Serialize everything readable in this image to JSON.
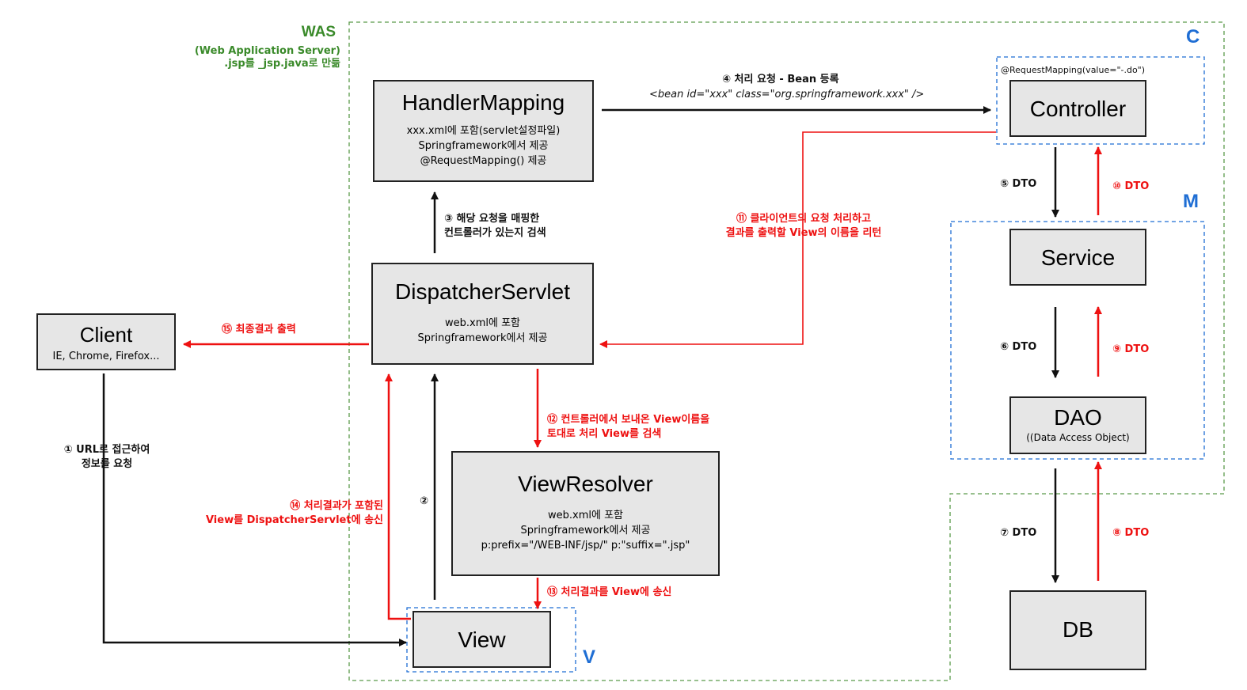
{
  "was": {
    "title": "WAS",
    "subtitle": "(Web Application Server)\n.jsp를 _jsp.java로 만듦"
  },
  "layers": {
    "c": "C",
    "m": "M",
    "v": "V"
  },
  "boxes": {
    "handler_mapping": {
      "title": "HandlerMapping",
      "sub": "xxx.xml에 포함(servlet설정파일)\nSpringframework에서 제공\n@RequestMapping() 제공"
    },
    "dispatcher": {
      "title": "DispatcherServlet",
      "sub": "web.xml에 포함\nSpringframework에서 제공"
    },
    "view_resolver": {
      "title": "ViewResolver",
      "sub": "web.xml에 포함\nSpringframework에서 제공\np:prefix=\"/WEB-INF/jsp/\"  p:\"suffix=\".jsp\""
    },
    "view": {
      "title": "View"
    },
    "client": {
      "title": "Client",
      "sub": "IE, Chrome, Firefox..."
    },
    "controller": {
      "title": "Controller"
    },
    "service": {
      "title": "Service"
    },
    "dao": {
      "title": "DAO",
      "sub": "((Data Access Object)"
    },
    "db": {
      "title": "DB"
    }
  },
  "controller_annotation": "@RequestMapping(value=\"-.do\")",
  "labels": {
    "step1": "① URL로 접근하여\n정보를 요청",
    "step2": "②",
    "step3": "③ 해당 요청을 매핑한\n컨트롤러가 있는지 검색",
    "step4": "④ 처리 요청 - Bean 등록",
    "step4_bean": "<bean id=\"xxx\" class=\"org.springframework.xxx\" />",
    "step5": "⑤ DTO",
    "step6": "⑥ DTO",
    "step7": "⑦ DTO",
    "step8": "⑧ DTO",
    "step9": "⑨ DTO",
    "step10": "⑩ DTO",
    "step11": "⑪ 클라이언트의 요청 처리하고\n결과를 출력할 View의 이름을 리턴",
    "step12": "⑫ 컨트롤러에서 보내온 View이름을\n토대로 처리 View를 검색",
    "step13": "⑬ 처리결과를 View에 송신",
    "step14": "⑭ 처리결과가 포함된\nView를 DispatcherServlet에 송신",
    "step15": "⑮ 최종결과 출력"
  },
  "colors": {
    "red": "#ee1111",
    "black": "#111111",
    "was_border": "#5a9a4a",
    "layer_border": "#1f6ed4",
    "box_fill": "#e6e6e6"
  }
}
